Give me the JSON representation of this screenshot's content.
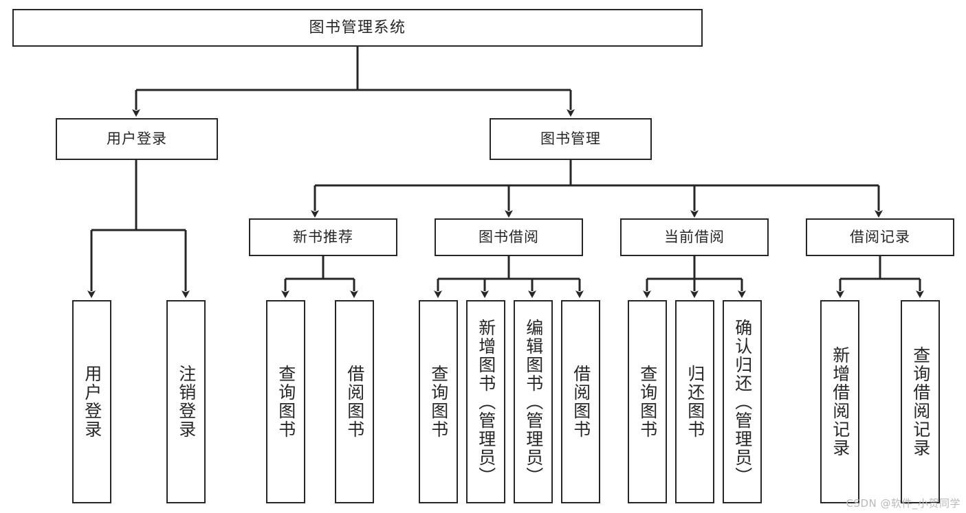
{
  "diagram": {
    "type": "tree-hierarchy-diagram",
    "title": "图书管理系统",
    "watermark": "CSDN @软件_小贺同学",
    "colors": {
      "stroke": "#262626",
      "fill": "#ffffff",
      "text": "#262626",
      "watermark": "#b9b9b9"
    },
    "levels": {
      "root": {
        "label": "图书管理系统"
      },
      "level1": [
        {
          "id": "user-login",
          "label": "用户登录"
        },
        {
          "id": "book-manage",
          "label": "图书管理"
        }
      ],
      "level2": [
        {
          "id": "new-book-rec",
          "label": "新书推荐"
        },
        {
          "id": "book-borrow",
          "label": "图书借阅"
        },
        {
          "id": "current-borrow",
          "label": "当前借阅"
        },
        {
          "id": "borrow-record",
          "label": "借阅记录"
        }
      ],
      "leaves": {
        "user_login": [
          {
            "id": "leaf-user-login",
            "label": "用户登录"
          },
          {
            "id": "leaf-user-logout",
            "label": "注销登录"
          }
        ],
        "new_book_rec": [
          {
            "id": "leaf-query-book-1",
            "label": "查询图书"
          },
          {
            "id": "leaf-borrow-book-1",
            "label": "借阅图书"
          }
        ],
        "book_borrow": [
          {
            "id": "leaf-query-book-2",
            "label": "查询图书"
          },
          {
            "id": "leaf-add-book",
            "label": "新增图书（管理员）"
          },
          {
            "id": "leaf-edit-book",
            "label": "编辑图书（管理员）"
          },
          {
            "id": "leaf-borrow-book-2",
            "label": "借阅图书"
          }
        ],
        "current_borrow": [
          {
            "id": "leaf-query-book-3",
            "label": "查询图书"
          },
          {
            "id": "leaf-return-book",
            "label": "归还图书"
          },
          {
            "id": "leaf-confirm-return",
            "label": "确认归还（管理员）"
          }
        ],
        "borrow_record": [
          {
            "id": "leaf-add-record",
            "label": "新增借阅记录"
          },
          {
            "id": "leaf-query-record",
            "label": "查询借阅记录"
          }
        ]
      }
    }
  }
}
